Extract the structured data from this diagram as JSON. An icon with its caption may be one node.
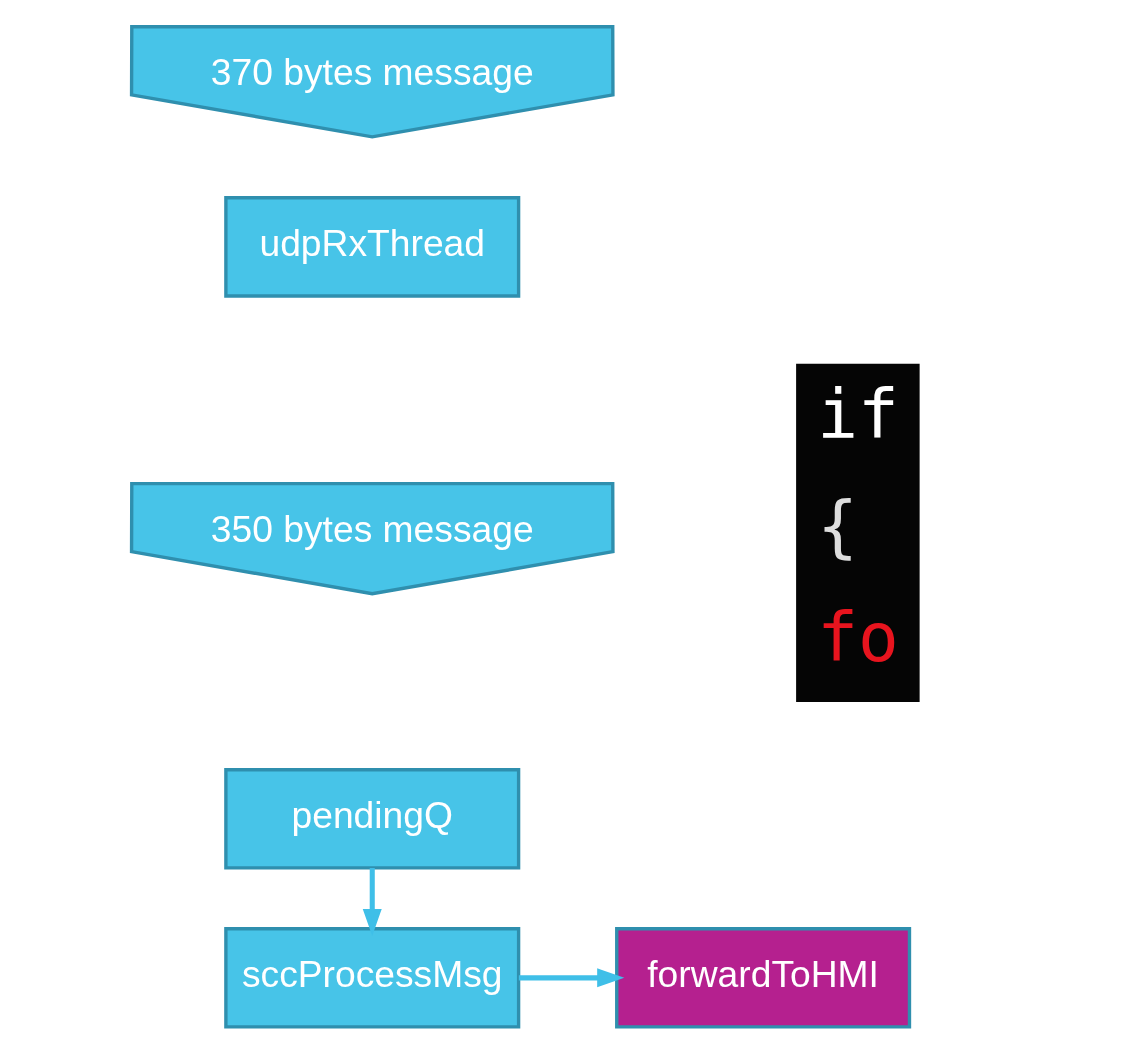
{
  "diagram": {
    "nodes": [
      {
        "text": [
          "370 bytes message"
        ]
      },
      {
        "text": [
          "udpRxThread"
        ]
      },
      {
        "text": [
          "350 bytes message"
        ]
      },
      {
        "text": [
          "pendingQ"
        ]
      },
      {
        "text": [
          "sccProcessMsg"
        ]
      },
      {
        "text": [
          "forwardToHMI"
        ]
      }
    ],
    "edges": [
      {
        "from": 3,
        "to": 4,
        "arrow": "to"
      },
      {
        "from": 4,
        "to": 5,
        "arrow": "to"
      }
    ],
    "labels": [
      "if",
      "{",
      "fo"
    ]
  }
}
